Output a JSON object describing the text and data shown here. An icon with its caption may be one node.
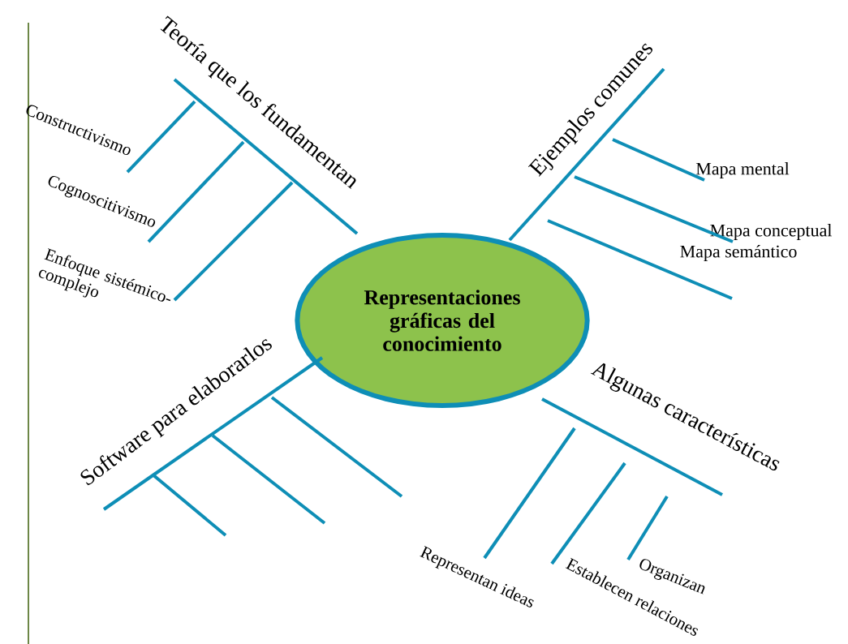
{
  "diagram": {
    "nodes": [
      {
        "text": [
          "Representaciones gráficas del conocimiento"
        ]
      },
      {
        "text": [
          "Teoría que los fundamentan"
        ]
      },
      {
        "text": [
          "Constructivismo"
        ]
      },
      {
        "text": [
          "Cognoscitivismo"
        ]
      },
      {
        "text": [
          "Enfoque sistémico-complejo"
        ]
      },
      {
        "text": [
          "Ejemplos comunes"
        ]
      },
      {
        "text": [
          "Mapa mental"
        ]
      },
      {
        "text": [
          "Mapa conceptual"
        ]
      },
      {
        "text": [
          "Mapa semántico"
        ]
      },
      {
        "text": [
          "Algunas características"
        ]
      },
      {
        "text": [
          "Representan ideas"
        ]
      },
      {
        "text": [
          "Establecen relaciones"
        ]
      },
      {
        "text": [
          "Organizan"
        ]
      },
      {
        "text": [
          "Software para elaborarlos"
        ]
      }
    ],
    "edges": [
      {
        "from": 0,
        "to": 1,
        "arrow": "none"
      },
      {
        "from": 0,
        "to": 5,
        "arrow": "none"
      },
      {
        "from": 0,
        "to": 9,
        "arrow": "none"
      },
      {
        "from": 0,
        "to": 13,
        "arrow": "none"
      },
      {
        "from": 1,
        "to": 2,
        "arrow": "none"
      },
      {
        "from": 1,
        "to": 3,
        "arrow": "none"
      },
      {
        "from": 1,
        "to": 4,
        "arrow": "none"
      },
      {
        "from": 5,
        "to": 6,
        "arrow": "none"
      },
      {
        "from": 5,
        "to": 7,
        "arrow": "none"
      },
      {
        "from": 5,
        "to": 8,
        "arrow": "none"
      },
      {
        "from": 9,
        "to": 10,
        "arrow": "none"
      },
      {
        "from": 9,
        "to": 11,
        "arrow": "none"
      },
      {
        "from": 9,
        "to": 12,
        "arrow": "none"
      },
      {
        "from": 13,
        "to": null,
        "arrow": "none"
      },
      {
        "from": 13,
        "to": null,
        "arrow": "none"
      },
      {
        "from": 13,
        "to": null,
        "arrow": "none"
      }
    ]
  }
}
